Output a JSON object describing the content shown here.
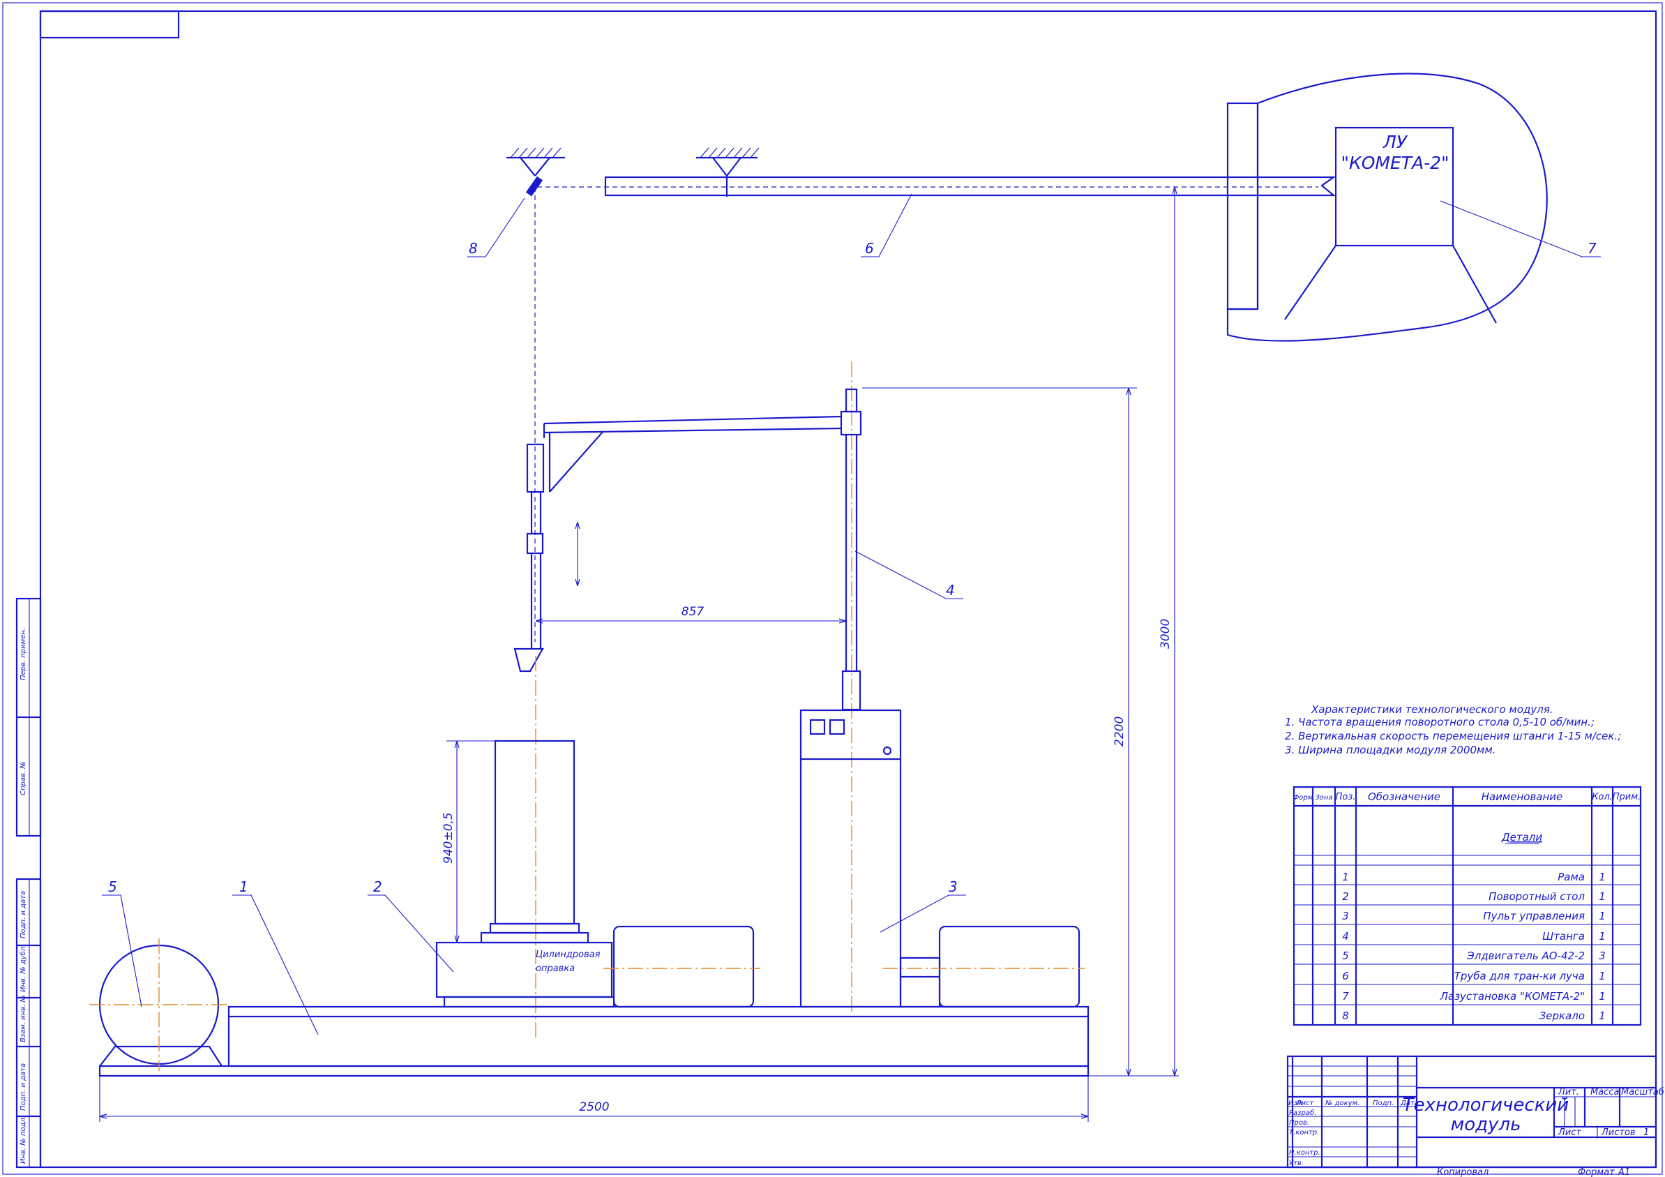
{
  "laser_unit": {
    "line1": "ЛУ",
    "line2": "\"КОМЕТА-2\""
  },
  "part_callouts": [
    "1",
    "2",
    "3",
    "4",
    "5",
    "6",
    "7",
    "8"
  ],
  "dimensions": {
    "arm_reach": "857",
    "table_height": "940±0,5",
    "rod_height": "2200",
    "beam_height": "3000",
    "base_length": "2500"
  },
  "notes": {
    "mandrel": [
      "Цилиндровая",
      "оправка"
    ]
  },
  "characteristics": {
    "title": "Характеристики технологического модуля.",
    "items": [
      "1. Частота вращения поворотного стола 0,5-10 об/мин.;",
      "2. Вертикальная скорость перемещения штанги 1-15 м/сек.;",
      "3. Ширина площадки модуля 2000мм."
    ]
  },
  "spec_table": {
    "headers": [
      "Форм",
      "Зона",
      "Поз.",
      "Обозначение",
      "Наименование",
      "Кол.",
      "Прим."
    ],
    "section": "Детали",
    "rows": [
      {
        "pos": "1",
        "name": "Рама",
        "qty": "1"
      },
      {
        "pos": "2",
        "name": "Поворотный стол",
        "qty": "1"
      },
      {
        "pos": "3",
        "name": "Пульт управления",
        "qty": "1"
      },
      {
        "pos": "4",
        "name": "Штанга",
        "qty": "1"
      },
      {
        "pos": "5",
        "name": "Элдвигатель АО-42-2",
        "qty": "3"
      },
      {
        "pos": "6",
        "name": "Труба для тран-ки луча",
        "qty": "1"
      },
      {
        "pos": "7",
        "name": "Лазустановка \"КОМЕТА-2\"",
        "qty": "1"
      },
      {
        "pos": "8",
        "name": "Зеркало",
        "qty": "1"
      }
    ]
  },
  "title_block": {
    "title_line1": "Технологический",
    "title_line2": "модуль",
    "col_headers": [
      "Изм",
      "Лист",
      "№ докум.",
      "Подп.",
      "Дата"
    ],
    "row_labels": [
      "Разраб.",
      "Пров.",
      "Т.контр.",
      "",
      "Н.контр.",
      "Утв."
    ],
    "lit": "Лит.",
    "mass": "Масса",
    "scale": "Масштаб",
    "sheet": "Лист",
    "sheets": "Листов",
    "sheets_count": "1",
    "copied": "Копировал",
    "format": "Формат",
    "format_value": "А1"
  },
  "margin_stamps": [
    "Перв. примен.",
    "Справ. №",
    "Подп. и дата",
    "Инв. № дубл.",
    "Взам. инв. №",
    "Подп. и дата",
    "Инв. № подл."
  ]
}
